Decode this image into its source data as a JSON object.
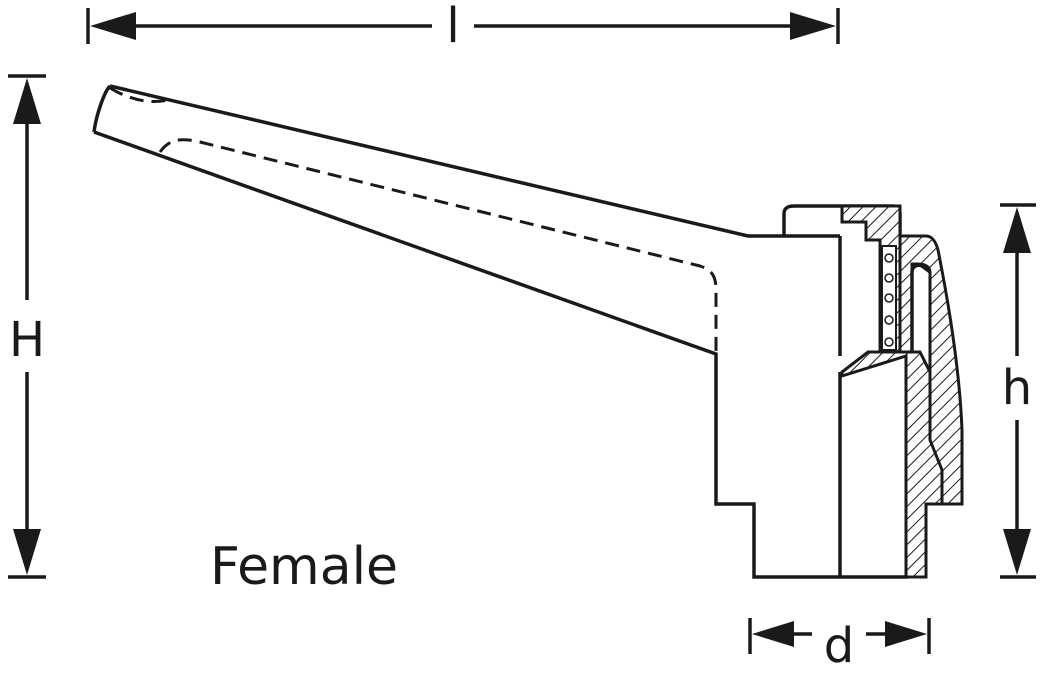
{
  "diagram": {
    "caption": "Female",
    "dimensions": {
      "length": "l",
      "overall_height": "H",
      "hub_height": "h",
      "diameter": "d"
    }
  }
}
